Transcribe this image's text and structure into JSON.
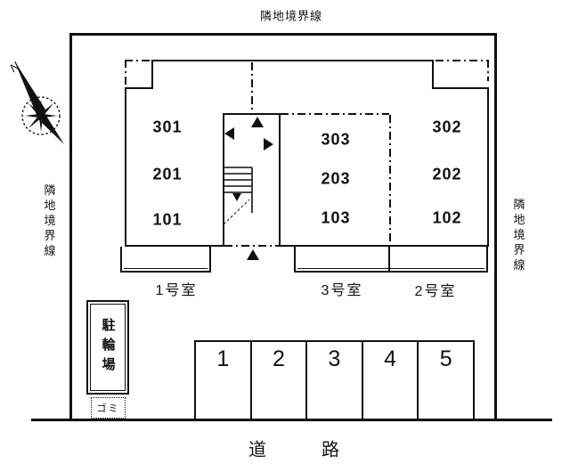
{
  "boundary": {
    "top_label": "隣地境界線",
    "left_label": "隣地境界線",
    "right_label": "隣地境界線"
  },
  "road": {
    "chars": [
      "道",
      "路"
    ]
  },
  "compass": {
    "north_label": "N"
  },
  "building": {
    "unit_columns": [
      {
        "rooms": [
          "301",
          "201",
          "101"
        ],
        "unit_label": "1号室"
      },
      {
        "rooms": [
          "303",
          "203",
          "103"
        ],
        "unit_label": "3号室"
      },
      {
        "rooms": [
          "302",
          "202",
          "102"
        ],
        "unit_label": "2号室"
      }
    ]
  },
  "facilities": {
    "bicycle_parking_label": "駐輪場",
    "garbage_label": "ゴミ"
  },
  "parking": {
    "space_numbers": [
      "1",
      "2",
      "3",
      "4",
      "5"
    ]
  },
  "colors": {
    "line": "#111111",
    "background": "#ffffff"
  }
}
